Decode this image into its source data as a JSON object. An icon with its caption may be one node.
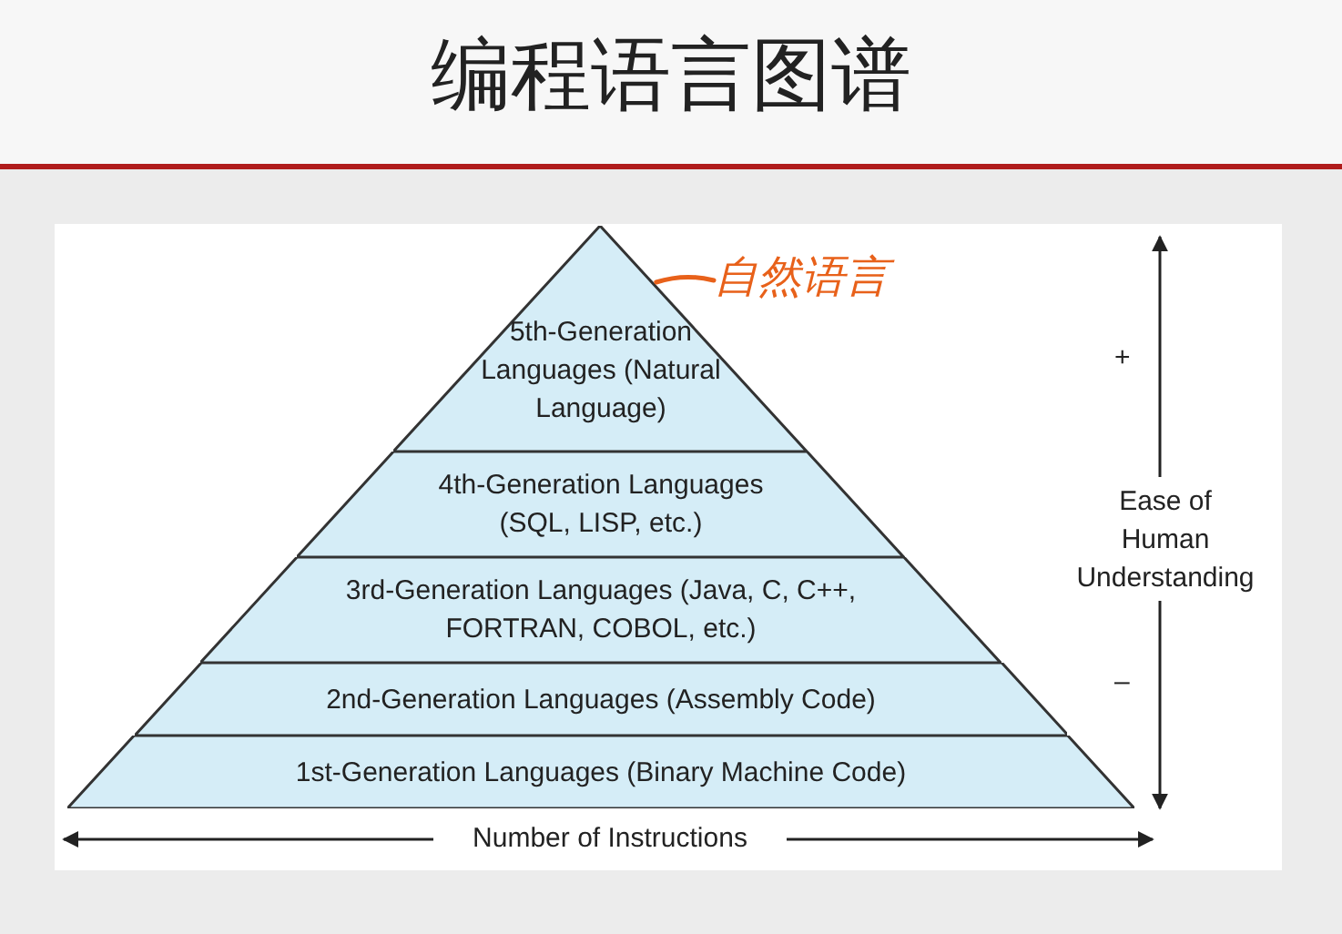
{
  "diagram": {
    "title": "编程语言图谱",
    "nodes": [
      {
        "text": [
          "5th-Generation Languages (Natural Language)"
        ]
      },
      {
        "text": [
          "4th-Generation Languages (SQL, LISP, etc.)"
        ]
      },
      {
        "text": [
          "3rd-Generation Languages (Java, C, C++, FORTRAN, COBOL, etc.)"
        ]
      },
      {
        "text": [
          "2nd-Generation Languages (Assembly Code)"
        ]
      },
      {
        "text": [
          "1st-Generation Languages (Binary Machine Code)"
        ]
      },
      {
        "text": [
          "自然语言"
        ]
      }
    ],
    "edges": [
      {
        "from": 5,
        "to": 0,
        "arrow": "none",
        "color": "#e8611a"
      }
    ],
    "labels": [
      "+",
      "Ease of Human Understanding",
      "–",
      "Number of Instructions"
    ]
  }
}
